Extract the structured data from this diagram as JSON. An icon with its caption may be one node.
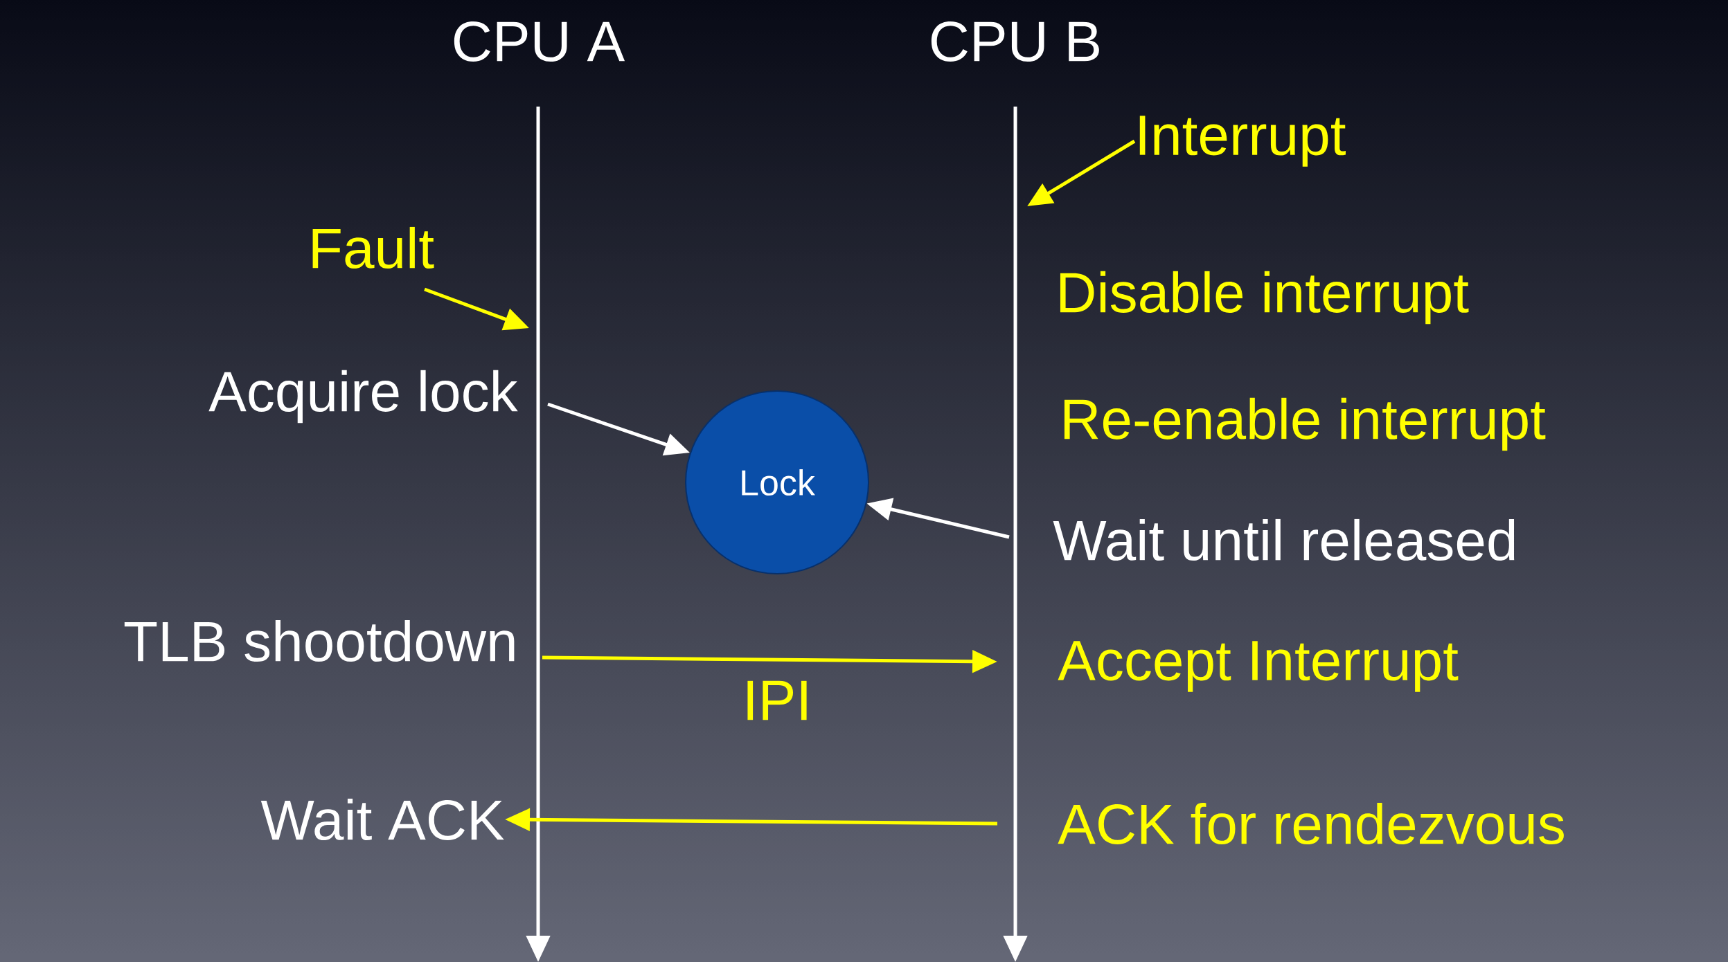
{
  "diagram": {
    "nodes": [
      {
        "text": [
          "Interrupt"
        ]
      },
      {
        "text": [
          "Fault"
        ]
      },
      {
        "text": [
          "Acquire lock"
        ]
      },
      {
        "text": [
          "Lock"
        ]
      },
      {
        "text": [
          "Wait until released"
        ]
      },
      {
        "text": [
          "TLB shootdown"
        ]
      },
      {
        "text": [
          "Accept Interrupt"
        ]
      },
      {
        "text": [
          "Wait ACK"
        ]
      },
      {
        "text": [
          "ACK for rendezvous"
        ]
      }
    ],
    "edges": [
      {
        "from": 0,
        "to": null,
        "arrow": "to"
      },
      {
        "from": 1,
        "to": null,
        "arrow": "to"
      },
      {
        "from": 2,
        "to": 3,
        "arrow": "to",
        "color": "#ffffff"
      },
      {
        "from": 4,
        "to": 3,
        "arrow": "to",
        "color": "#ffffff"
      },
      {
        "from": 5,
        "to": 6,
        "arrow": "to",
        "label": "IPI"
      },
      {
        "from": 8,
        "to": 7,
        "arrow": "to"
      }
    ],
    "labels": [
      "CPU A",
      "CPU B",
      "Disable interrupt",
      "Re-enable interrupt"
    ]
  }
}
